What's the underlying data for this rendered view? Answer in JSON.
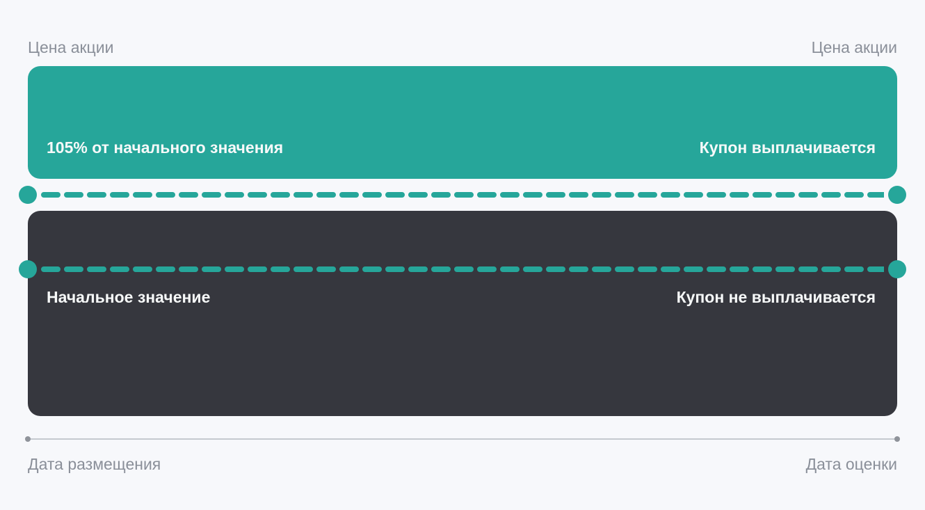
{
  "diagram": {
    "y_axis_label_left": "Цена акции",
    "y_axis_label_right": "Цена акции",
    "upper_zone": {
      "level_label": "105% от начального значения",
      "outcome_label": "Купон выплачивается"
    },
    "lower_zone": {
      "level_label": "Начальное значение",
      "outcome_label": "Купон не выплачивается"
    },
    "x_axis_label_left": "Дата размещения",
    "x_axis_label_right": "Дата оценки"
  },
  "colors": {
    "background": "#f7f8fb",
    "upper_zone_fill": "#26a69a",
    "lower_zone_fill": "#36373e",
    "dashed_line": "#26a69a",
    "axis_text": "#8a8f99",
    "zone_text": "#f7f9f9",
    "timeline_line": "#c5c9cf",
    "timeline_dot": "#8f939a"
  }
}
